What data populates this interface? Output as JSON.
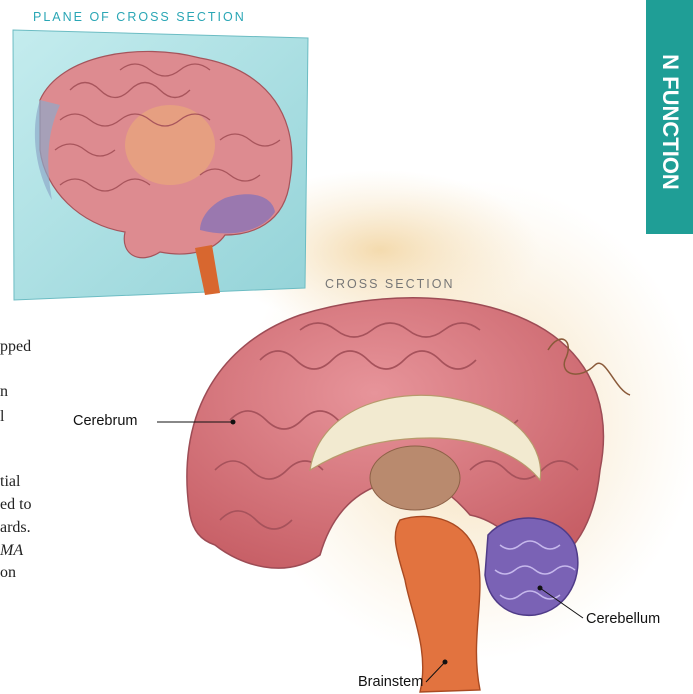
{
  "captions": {
    "plane_of_cross_section": "PLANE OF CROSS SECTION",
    "cross_section": "CROSS SECTION"
  },
  "side_tab": {
    "text": "N FUNCTION",
    "color": "#1f9e96"
  },
  "body_text_fragments": [
    "pped",
    "n",
    "l",
    "tial",
    "ed to",
    "ards.",
    "MA",
    "on"
  ],
  "labels": {
    "cerebrum": "Cerebrum",
    "cerebellum": "Cerebellum",
    "brainstem": "Brainstem"
  },
  "colors": {
    "plane": "#a9dde0",
    "cerebrum": "#d9797f",
    "cerebellum": "#7a62b5",
    "brainstem": "#e2733f",
    "corpus_callosum": "#f2ead0"
  }
}
